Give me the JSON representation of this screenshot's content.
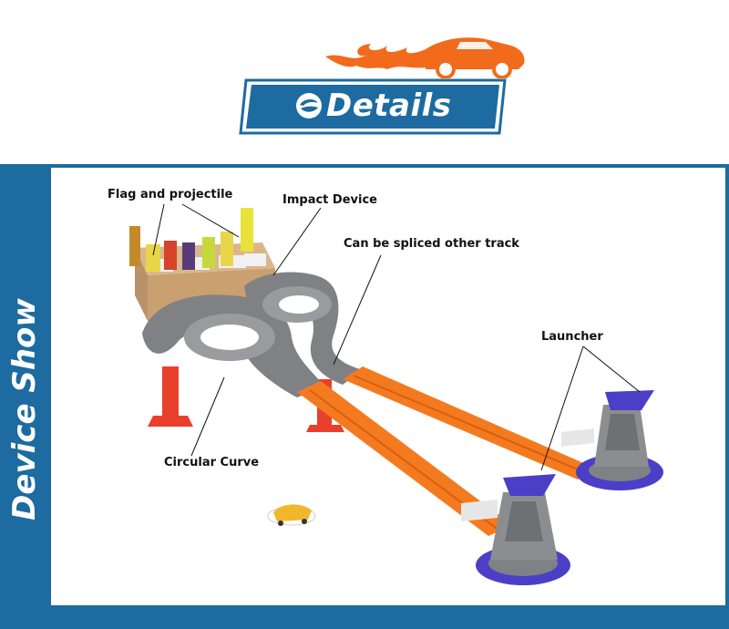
{
  "header": {
    "title": "Details",
    "logo": "flame-car-icon",
    "badge_icon": "swirl-logo-icon",
    "colors": {
      "banner": "#1d6ba0",
      "flame": "#f26b1d"
    }
  },
  "panel": {
    "side_title": "Device Show",
    "colors": {
      "frame": "#1d6ba0",
      "track": "#f47a1f",
      "gray": "#7f8184",
      "purple": "#4b3fc7"
    }
  },
  "callouts": {
    "flag": "Flag and projectile",
    "impact": "Impact Device",
    "splice": "Can be spliced other track",
    "launcher": "Launcher",
    "curve": "Circular Curve"
  }
}
